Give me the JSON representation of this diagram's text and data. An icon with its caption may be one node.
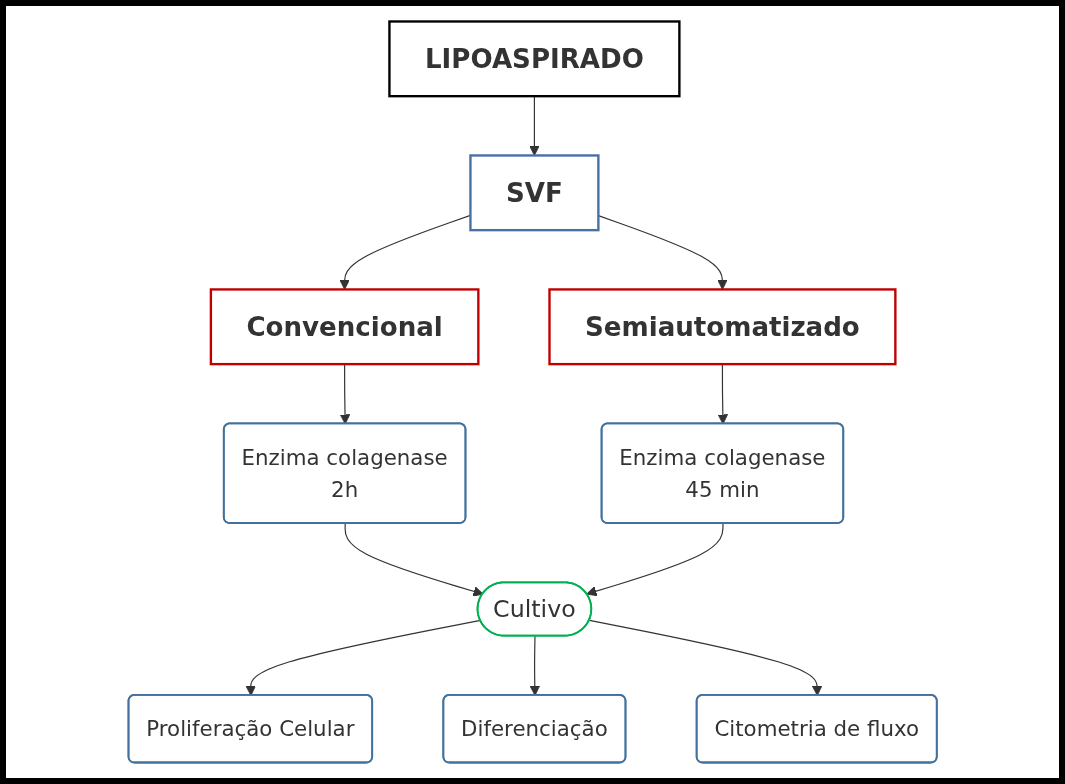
{
  "diagram": {
    "nodes": [
      {
        "text": [
          "LIPOASPIRADO"
        ]
      },
      {
        "text": [
          "SVF"
        ]
      },
      {
        "text": [
          "Convencional"
        ]
      },
      {
        "text": [
          "Semiautomatizado"
        ]
      },
      {
        "text": [
          "Enzima colagenase",
          "2h"
        ]
      },
      {
        "text": [
          "Enzima colagenase",
          "45 min"
        ]
      },
      {
        "text": [
          "Cultivo"
        ]
      },
      {
        "text": [
          "Proliferação Celular"
        ]
      },
      {
        "text": [
          "Diferenciação"
        ]
      },
      {
        "text": [
          "Citometria de fluxo"
        ]
      }
    ],
    "edges": [
      {
        "from": 0,
        "to": 1,
        "arrow": "to"
      },
      {
        "from": 1,
        "to": 2,
        "arrow": "to"
      },
      {
        "from": 1,
        "to": 3,
        "arrow": "to"
      },
      {
        "from": 2,
        "to": 4,
        "arrow": "to"
      },
      {
        "from": 3,
        "to": 5,
        "arrow": "to"
      },
      {
        "from": 4,
        "to": 6,
        "arrow": "to"
      },
      {
        "from": 5,
        "to": 6,
        "arrow": "to"
      },
      {
        "from": 6,
        "to": 7,
        "arrow": "to"
      },
      {
        "from": 6,
        "to": 8,
        "arrow": "to"
      },
      {
        "from": 6,
        "to": 9,
        "arrow": "to"
      }
    ]
  }
}
